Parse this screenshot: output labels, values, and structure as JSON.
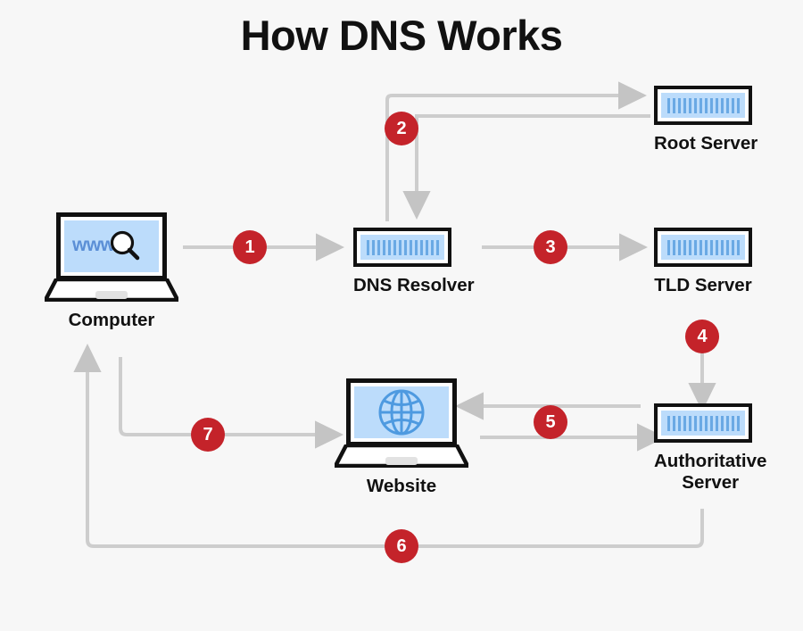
{
  "page": {
    "title": "How DNS Works",
    "background_color": "#f7f7f7",
    "accent_color": "#c4232a",
    "wire_color": "#c9c9c9",
    "icon_blue": "#bcdcfb",
    "icon_bar_blue": "#6aa9e4",
    "outline_color": "#111111"
  },
  "nodes": {
    "computer": {
      "label": "Computer",
      "icon": "laptop-icon",
      "screen_text": "www",
      "screen_icon": "magnifier-icon"
    },
    "dns_resolver": {
      "label": "DNS Resolver",
      "icon": "server-icon"
    },
    "root_server": {
      "label": "Root Server",
      "icon": "server-icon"
    },
    "tld_server": {
      "label": "TLD Server",
      "icon": "server-icon"
    },
    "authoritative_server": {
      "label": "Authoritative\nServer",
      "icon": "server-icon"
    },
    "website": {
      "label": "Website",
      "icon": "laptop-icon",
      "screen_icon": "globe-icon"
    }
  },
  "steps": [
    {
      "number": "1",
      "from": "computer",
      "to": "dns_resolver"
    },
    {
      "number": "2",
      "from": "dns_resolver",
      "to": "root_server"
    },
    {
      "number": "3",
      "from": "dns_resolver",
      "to": "tld_server"
    },
    {
      "number": "4",
      "from": "tld_server",
      "to": "authoritative_server"
    },
    {
      "number": "5",
      "from": "authoritative_server",
      "to": "website"
    },
    {
      "number": "6",
      "from": "authoritative_server",
      "to": "computer"
    },
    {
      "number": "7",
      "from": "dns_resolver",
      "to": "website"
    }
  ],
  "chart_data": {
    "type": "diagram",
    "title": "How DNS Works",
    "nodes": [
      "Computer",
      "DNS Resolver",
      "Root Server",
      "TLD Server",
      "Authoritative Server",
      "Website"
    ],
    "edges": [
      {
        "step": 1,
        "source": "Computer",
        "target": "DNS Resolver",
        "direction": "right"
      },
      {
        "step": 2,
        "source": "DNS Resolver",
        "target": "Root Server",
        "direction": "bidirectional"
      },
      {
        "step": 3,
        "source": "DNS Resolver",
        "target": "TLD Server",
        "direction": "right"
      },
      {
        "step": 4,
        "source": "TLD Server",
        "target": "Authoritative Server",
        "direction": "down"
      },
      {
        "step": 5,
        "source": "Authoritative Server",
        "target": "Website",
        "direction": "bidirectional"
      },
      {
        "step": 6,
        "source": "Authoritative Server",
        "target": "Computer",
        "direction": "up"
      },
      {
        "step": 7,
        "source": "DNS Resolver",
        "target": "Website",
        "direction": "right"
      }
    ]
  }
}
